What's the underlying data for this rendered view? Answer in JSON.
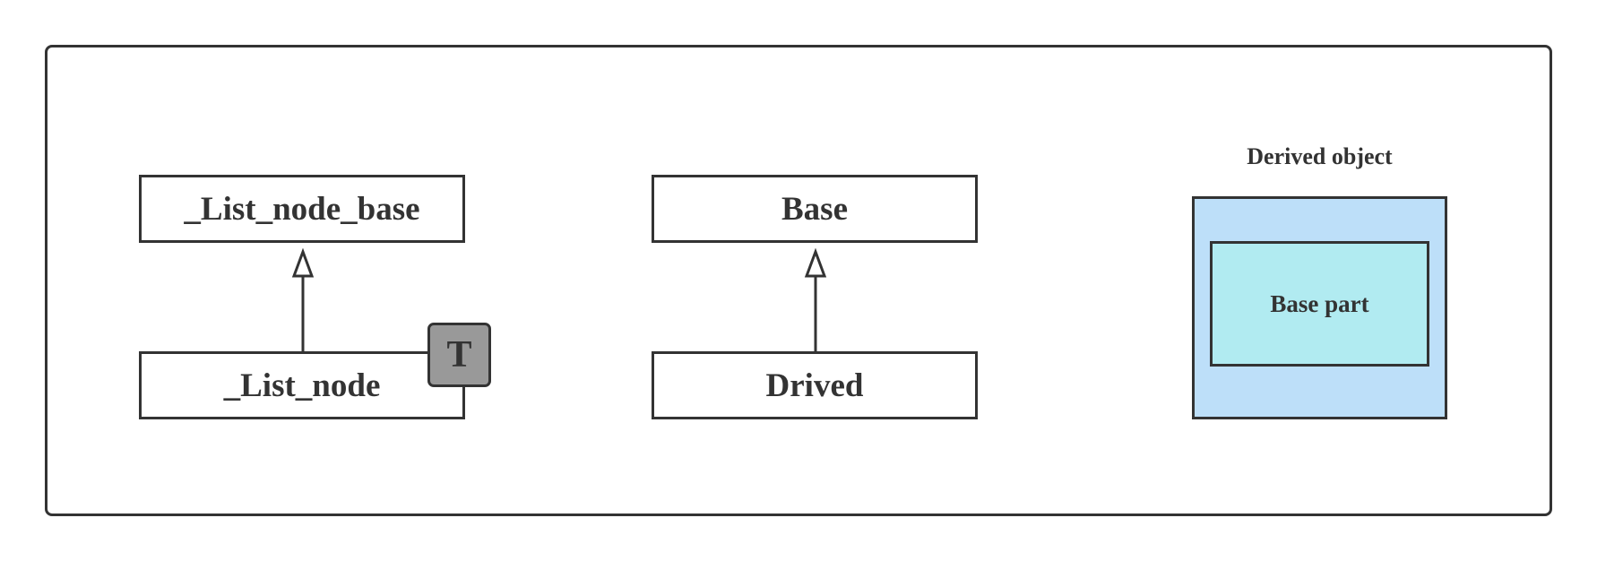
{
  "left_diagram": {
    "base_class": "_List_node_base",
    "derived_class": "_List_node",
    "template_param": "T"
  },
  "middle_diagram": {
    "base_class": "Base",
    "derived_class": "Drived"
  },
  "right_diagram": {
    "title": "Derived object",
    "inner_label": "Base part",
    "colors": {
      "outer_fill": "#bddff9",
      "inner_fill": "#b1ebf1"
    }
  },
  "colors": {
    "stroke": "#333333",
    "template_badge": "#999999"
  }
}
